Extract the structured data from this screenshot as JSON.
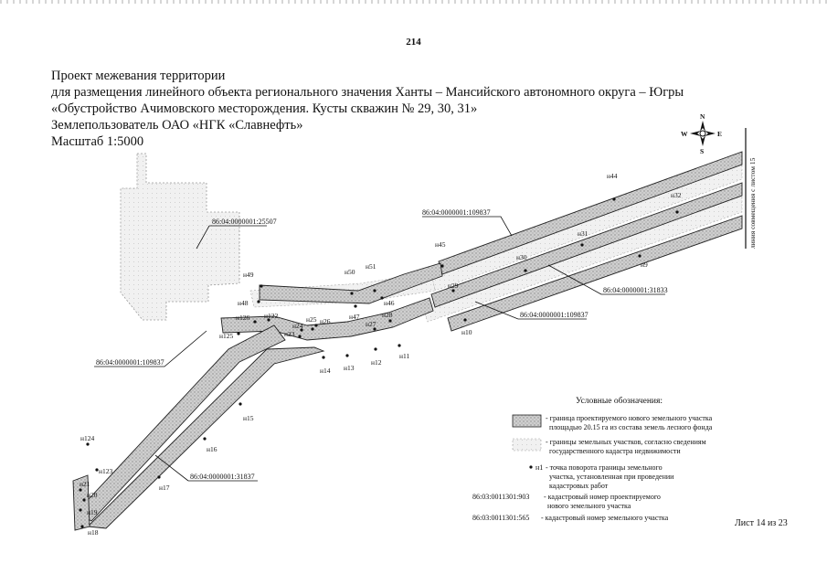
{
  "page_number": "214",
  "title_lines": [
    "Проект межевания территории",
    "для размещения линейного объекта регионального значения Ханты – Мансийского автономного округа – Югры",
    "«Обустройство Ачимовского  месторождения. Кусты скважин № 29, 30, 31»",
    "Землепользователь ОАО «НГК «Славнефть»",
    "Масштаб 1:5000"
  ],
  "compass": {
    "n": "N",
    "s": "S",
    "e": "E",
    "w": "W"
  },
  "side_label": "линия совмещения с листом 15",
  "cadastral": {
    "c1": "86:04:0000001:25507",
    "c2": "86:04:0000001:109837",
    "c3": "86:04:0000001:31833",
    "c4": "86:04:0000001:109837",
    "c5": "86:04:0000001:109837",
    "c6": "86:04:0000001:31837"
  },
  "points": {
    "n44": "н44",
    "n32": "н32",
    "n45": "н45",
    "n31": "н31",
    "n30": "н30",
    "n9": "н9",
    "n49": "н49",
    "n50": "н50",
    "n51": "н51",
    "n48": "н48",
    "n47": "н47",
    "n46": "н46",
    "n29": "н29",
    "n28": "н28",
    "n27": "н27",
    "n126": "н126",
    "n122": "н122",
    "n25": "н25",
    "n26": "н26",
    "n24": "н24",
    "n125": "н125",
    "n23": "н23",
    "n10": "н10",
    "n11": "н11",
    "n12": "н12",
    "n13": "н13",
    "n14": "н14",
    "n15": "н15",
    "n16": "н16",
    "n17": "н17",
    "n124": "н124",
    "n123": "н123",
    "n21": "н21",
    "n20": "н20",
    "n19": "н19",
    "n18": "н18"
  },
  "legend": {
    "title": "Условные обозначения:",
    "item1_a": "- граница проектируемого нового земельного участка",
    "item1_b": "площадью 20.15 га из состава земель лесного фонда",
    "item2_a": "- границы земельных участков, согласно сведениям",
    "item2_b": "государственного кадастра недвижимости",
    "item3_marker": "н1",
    "item3_a": "- точка поворота границы земельного",
    "item3_b": "участка, установленная при проведении",
    "item3_c": "кадастровых работ",
    "item4_code": "86:03:0011301:903",
    "item4_a": "- кадастровый номер проектируемого",
    "item4_b": "нового земельного участка",
    "item5_code": "86:03:0011301:565",
    "item5_a": "- кадастровый номер земельного участка"
  },
  "sheet_label": "Лист 14 из 23"
}
